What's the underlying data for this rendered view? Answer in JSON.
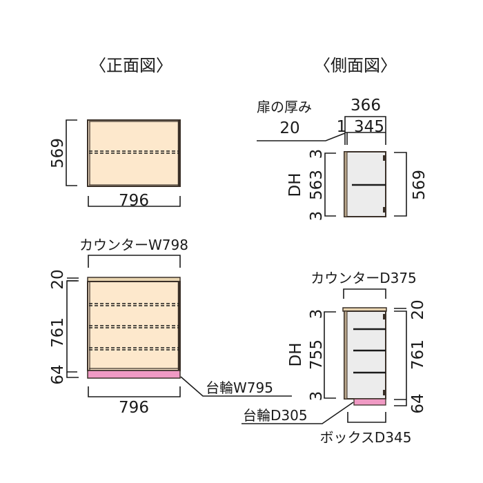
{
  "colors": {
    "wood_front": "#fde8cc",
    "frame": "#3a3028",
    "frame_light": "#b8a58a",
    "plinth": "#f09ac4",
    "side_panel": "#ececec",
    "line": "#1a1a1a"
  },
  "front_view": {
    "title": "〈正面図〉",
    "wall_cabinet": {
      "height": "569",
      "width": "796"
    },
    "base_cabinet": {
      "counter_width": "カウンターW798",
      "counter_thickness": "20",
      "body_height": "761",
      "plinth_height": "64",
      "width": "796",
      "plinth_width": "台輪W795"
    }
  },
  "side_view": {
    "title": "〈側面図〉",
    "wall_cabinet": {
      "door_thickness_label": "扉の厚み",
      "door_thickness": "20",
      "total_depth": "366",
      "gap": "1",
      "box_depth": "345",
      "top_gap": "3",
      "door_height": "563",
      "door_height_label": "DH",
      "bottom_gap": "3",
      "height": "569"
    },
    "base_cabinet": {
      "counter_depth": "カウンターD375",
      "top_gap": "3",
      "door_height": "755",
      "door_height_label": "DH",
      "bottom_gap": "3",
      "counter_thickness": "20",
      "body_height": "761",
      "plinth_height": "64",
      "plinth_depth": "台輪D305",
      "box_depth": "ボックスD345"
    }
  }
}
